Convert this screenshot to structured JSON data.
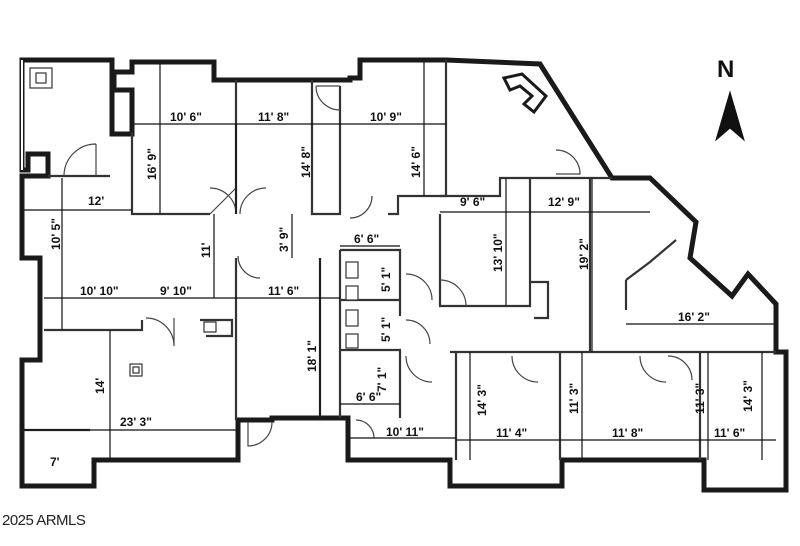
{
  "north": {
    "label": "N"
  },
  "copyright": "2025 ARMLS",
  "dimensions": {
    "top_left_office_width": "10' 6\"",
    "top_left_office_depth": "16' 9\"",
    "top_mid_office_width": "11' 8\"",
    "top_mid_office_depth": "14' 8\"",
    "top_right_office_width": "10' 9\"",
    "top_right_office_depth": "14' 6\"",
    "reception_width": "12'",
    "reception_depth": "10' 5\"",
    "hall_depth": "11'",
    "hall_width_left": "10' 10\"",
    "hall_width_mid": "9' 10\"",
    "corridor_width": "11' 6\"",
    "corridor_top": "3' 9\"",
    "restroom_top_width": "6' 6\"",
    "restroom_a": "5' 1\"",
    "restroom_b": "5' 1\"",
    "restroom_c": "7' 1\"",
    "restroom_bottom_width": "6' 6\"",
    "corridor_length": "18' 1\"",
    "large_room_depth": "14'",
    "large_room_width": "23' 3\"",
    "closet_width": "7'",
    "east_office_a_width": "9' 6\"",
    "east_office_a_depth": "13' 10\"",
    "east_office_b_width": "12' 9\"",
    "east_office_b_depth": "19' 2\"",
    "corner_office_width": "16' 2\"",
    "bottom_left_span": "10' 11\"",
    "bottom_office_1_depth": "14' 3\"",
    "bottom_office_1_width": "11' 4\"",
    "bottom_office_2_depth": "11' 3\"",
    "bottom_office_2_width": "11' 8\"",
    "bottom_office_3_depth": "11' 3\"",
    "bottom_office_3_width": "11' 6\"",
    "bottom_office_4_depth": "14' 3\""
  }
}
